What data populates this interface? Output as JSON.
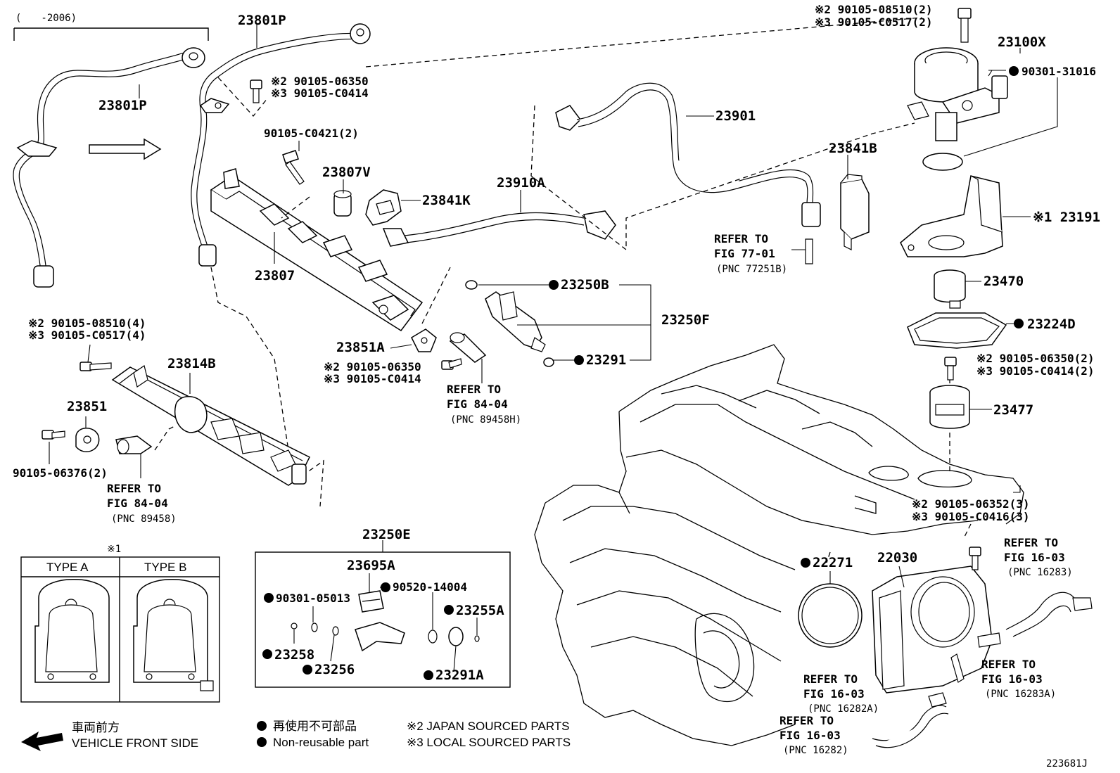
{
  "labels": {
    "year_range": "(　　-2006)",
    "p23801P_a": "23801P",
    "p23801P_b": "23801P",
    "bolt_top_j": "※2 90105-06350",
    "bolt_top_l": "※3 90105-C0414",
    "p90105_C0421": "90105-C0421(2)",
    "p23807V": "23807V",
    "p23807": "23807",
    "p23841K": "23841K",
    "p23910A": "23910A",
    "p23901": "23901",
    "bolt_pump_j": "※2 90105-08510(2)",
    "bolt_pump_l": "※3 90105-C0517(2)",
    "p23100X": "23100X",
    "p90301_31016": "90301-31016",
    "p23841B": "23841B",
    "refer_7701_a": "REFER TO",
    "refer_7701_b": "FIG 77-01",
    "refer_7701_c": "(PNC 77251B)",
    "p23191": "※1 23191",
    "p23470": "23470",
    "p23224D": "23224D",
    "bolt_right_j": "※2 90105-06350(2)",
    "bolt_right_l": "※3 90105-C0414(2)",
    "p23477": "23477",
    "p23250B": "23250B",
    "p23250F": "23250F",
    "p23291": "23291",
    "p23851A": "23851A",
    "bolt_mid_j": "※2 90105-06350",
    "bolt_mid_l": "※3 90105-C0414",
    "refer_8404_a1": "REFER TO",
    "refer_8404_a2": "FIG 84-04",
    "refer_8404_a3": "(PNC 89458H)",
    "bolt_left_j": "※2 90105-08510(4)",
    "bolt_left_l": "※3 90105-C0517(4)",
    "p23814B": "23814B",
    "p23851": "23851",
    "p90105_06376": "90105-06376(2)",
    "refer_8404_b1": "REFER TO",
    "refer_8404_b2": "FIG 84-04",
    "refer_8404_b3": "(PNC 89458)",
    "note1": "※1",
    "type_a": "TYPE A",
    "type_b": "TYPE B",
    "p23250E": "23250E",
    "p23695A": "23695A",
    "p90301_05013": "90301-05013",
    "p90520_14004": "90520-14004",
    "p23255A": "23255A",
    "p23258": "23258",
    "p23256": "23256",
    "p23291A": "23291A",
    "p22271": "22271",
    "p22030": "22030",
    "bolt_tb_j": "※2 90105-06352(3)",
    "bolt_tb_l": "※3 90105-C0416(3)",
    "refer_1603a_1": "REFER TO",
    "refer_1603a_2": "FIG 16-03",
    "refer_1603a_3": "(PNC 16283)",
    "refer_1603b_1": "REFER TO",
    "refer_1603b_2": "FIG 16-03",
    "refer_1603b_3": "(PNC 16283A)",
    "refer_1603c_1": "REFER TO",
    "refer_1603c_2": "FIG 16-03",
    "refer_1603c_3": "(PNC 16282A)",
    "refer_1603d_1": "REFER TO",
    "refer_1603d_2": "FIG 16-03",
    "refer_1603d_3": "(PNC 16282)",
    "legend_front_jp": "車両前方",
    "legend_front_en": "VEHICLE FRONT SIDE",
    "legend_nonreuse_jp": "再使用不可部品",
    "legend_nonreuse_en": "Non-reusable part",
    "legend_japan": "※2 JAPAN SOURCED PARTS",
    "legend_local": "※3 LOCAL SOURCED PARTS",
    "figure_id": "223681J"
  }
}
